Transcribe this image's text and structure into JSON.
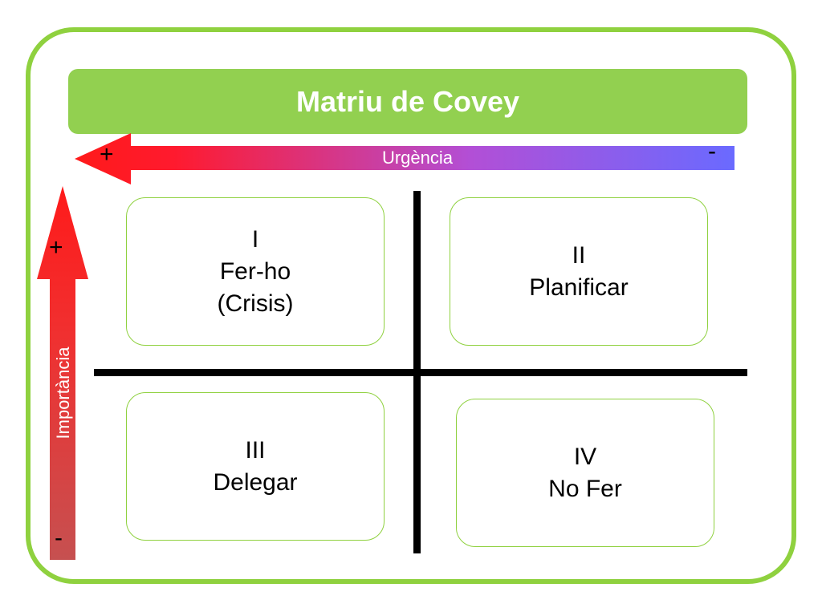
{
  "title": "Matriu de Covey",
  "urgency_axis": {
    "label": "Urgència",
    "plus": "+",
    "minus": "-"
  },
  "importance_axis": {
    "label": "Importància",
    "plus": "+",
    "minus": "-"
  },
  "quadrants": [
    {
      "numeral": "I",
      "line1": "Fer-ho",
      "line2": "(Crisis)"
    },
    {
      "numeral": "II",
      "line1": "Planificar"
    },
    {
      "numeral": "III",
      "line1": "Delegar"
    },
    {
      "numeral": "IV",
      "line1": "No Fer"
    }
  ],
  "colors": {
    "frame": "#8fd13f",
    "title_bar": "#92d050",
    "arrow_strong": "#ff1a1a",
    "arrow_weak_h": "#6a6aff",
    "arrow_weak_v": "#c65050"
  }
}
